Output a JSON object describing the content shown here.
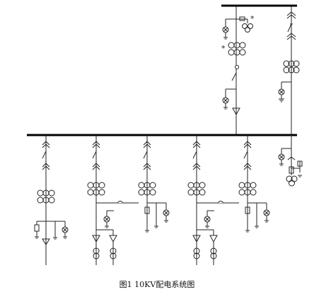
{
  "caption": "图1 10KV配电系统图",
  "colors": {
    "line": "#222222",
    "bus": "#000000",
    "background": "#ffffff"
  },
  "icons": [
    "disconnect-switch-icon",
    "current-transformer-icon",
    "indicator-lamp-icon",
    "fuse-icon",
    "arrester-icon",
    "ground-icon",
    "cable-head-icon",
    "voltage-transformer-icon",
    "star-mark-icon"
  ],
  "feeders": [
    {
      "id": "feeder-1",
      "variant": "arrester-feeder"
    },
    {
      "id": "feeder-2",
      "variant": "cable-feeder"
    },
    {
      "id": "feeder-3",
      "variant": "metering-feeder"
    },
    {
      "id": "feeder-4",
      "variant": "cable-feeder"
    },
    {
      "id": "feeder-5",
      "variant": "metering-feeder"
    }
  ],
  "upper_bays": [
    {
      "id": "incoming-bay",
      "variant": "incoming"
    },
    {
      "id": "transformer-bay",
      "variant": "transformer"
    }
  ],
  "star_marks": [
    "*",
    "*"
  ]
}
